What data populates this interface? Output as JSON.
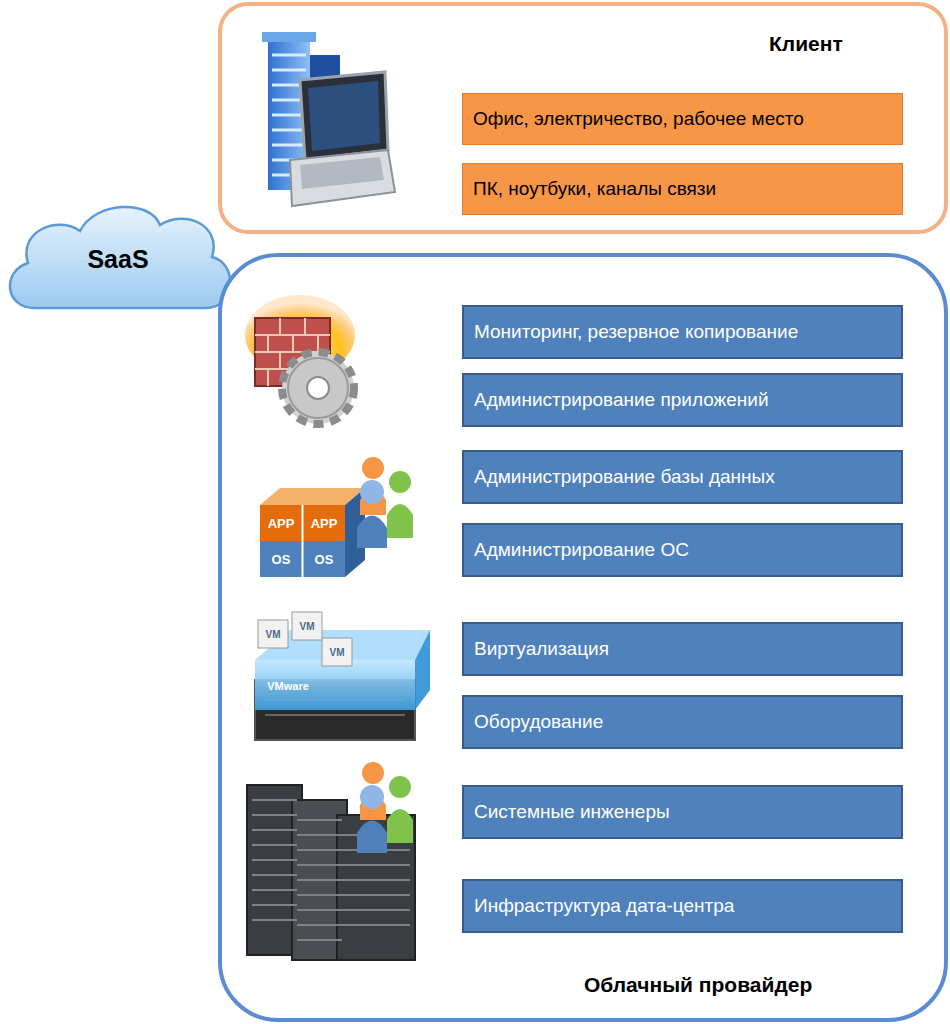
{
  "diagram": {
    "nodes": [
      {
        "text": [
          "Клиент"
        ]
      },
      {
        "text": [
          "Офис, электричество, рабочее место"
        ],
        "in": 0
      },
      {
        "text": [
          "ПК, ноутбуки, каналы связи"
        ],
        "in": 0
      },
      {
        "text": [
          "SaaS"
        ]
      },
      {
        "text": [
          "Облачный провайдер"
        ]
      },
      {
        "text": [
          "Мониторинг, резервное копирование"
        ],
        "in": 4
      },
      {
        "text": [
          "Администрирование приложений"
        ],
        "in": 4
      },
      {
        "text": [
          "Администрирование базы данных"
        ],
        "in": 4
      },
      {
        "text": [
          "Администрирование ОС"
        ],
        "in": 4
      },
      {
        "text": [
          "Виртуализация"
        ],
        "in": 4
      },
      {
        "text": [
          "Оборудование"
        ],
        "in": 4
      },
      {
        "text": [
          "Системные инженеры"
        ],
        "in": 4
      },
      {
        "text": [
          "Инфраструктура дата-центра"
        ],
        "in": 4
      }
    ],
    "labels": [
      "APP",
      "APP",
      "OS",
      "OS",
      "VM",
      "VM",
      "VM",
      "VMware"
    ]
  }
}
